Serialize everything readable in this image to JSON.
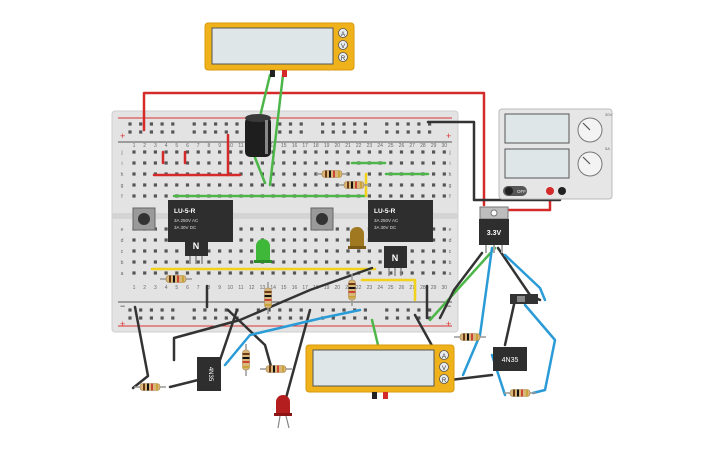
{
  "breadboard": {
    "columns": [
      "1",
      "2",
      "3",
      "4",
      "5",
      "6",
      "7",
      "8",
      "9",
      "10",
      "11",
      "12",
      "13",
      "14",
      "15",
      "16",
      "17",
      "18",
      "19",
      "20",
      "21",
      "22",
      "23",
      "24",
      "25",
      "26",
      "27",
      "28",
      "29",
      "30"
    ],
    "row_letters_top": [
      "j",
      "i",
      "h",
      "g",
      "f"
    ],
    "row_letters_bottom": [
      "e",
      "d",
      "c",
      "b",
      "a"
    ],
    "rail_plus": "+",
    "rail_minus": "−"
  },
  "multimeter_top": {
    "buttons": [
      "A",
      "V",
      "R"
    ]
  },
  "multimeter_bottom": {
    "buttons": [
      "A",
      "V",
      "R"
    ]
  },
  "relay_left": {
    "label": "LU-5-R",
    "spec_line1": "3A  250V AC",
    "spec_line2": "3A  30V DC"
  },
  "relay_right": {
    "label": "LU-5-R",
    "spec_line1": "3A  250V AC",
    "spec_line2": "3A  30V DC"
  },
  "transistor_left": {
    "label": "N"
  },
  "transistor_right": {
    "label": "N"
  },
  "regulator": {
    "label": "3.3V"
  },
  "optocoupler_left": {
    "label": "4N35"
  },
  "optocoupler_right": {
    "label": "4N35"
  },
  "power_supply": {
    "off_label": "OFF",
    "knob1_max": "30V",
    "knob2_max": "5A"
  },
  "colors": {
    "breadboard": "#e6e6e6",
    "rail_red": "#d33",
    "wire_red": "#d42a2a",
    "wire_green": "#4cb648",
    "wire_black": "#333333",
    "wire_blue": "#2a9bd6",
    "wire_yellow": "#f2d21b",
    "meter_frame": "#f0b21a",
    "meter_screen": "#dfe6e8"
  }
}
